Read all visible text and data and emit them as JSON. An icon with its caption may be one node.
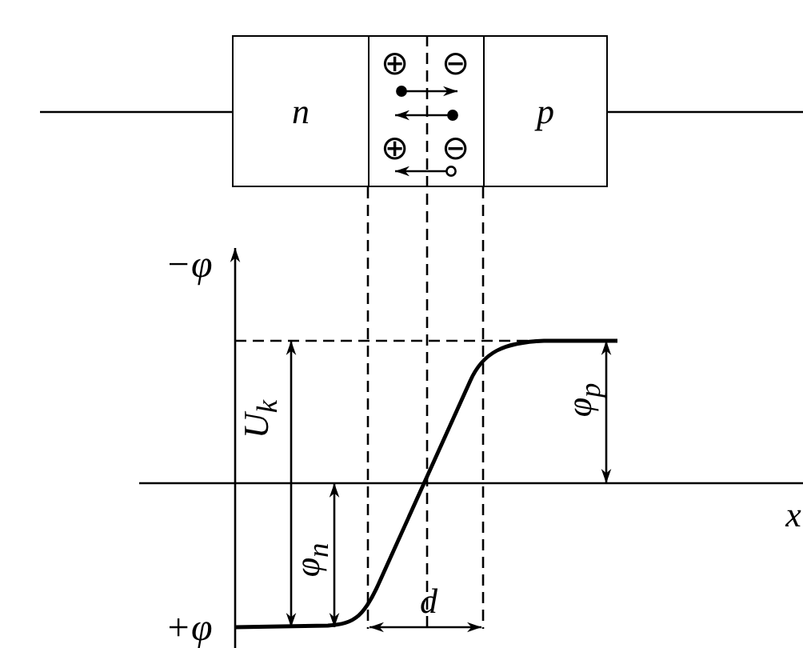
{
  "diagram": {
    "nodes": [
      {
        "text": [
          "n"
        ]
      },
      {
        "text": [],
        "shape": "box"
      },
      {
        "text": [
          "p"
        ]
      }
    ],
    "labels": [
      "⊕",
      "⊖",
      "⊕",
      "⊖",
      "−φ",
      "φ$_{p}$",
      "U$_{k}$",
      "x",
      "φ$_{n}$",
      "d",
      "+φ"
    ]
  }
}
